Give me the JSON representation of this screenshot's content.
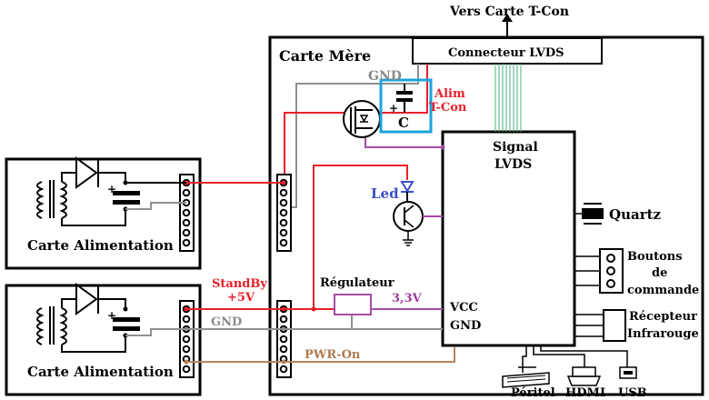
{
  "colors": {
    "red": "#e8202a",
    "gray": "#8f8f8f",
    "purple": "#a64ca6",
    "brown": "#b5835a",
    "green": "#4caf78",
    "cyan": "#1aa3e0",
    "blue": "#3a4fc8",
    "black": "#000000"
  },
  "labels": {
    "top_output": "Vers Carte T-Con",
    "motherboard": "Carte Mère",
    "lvds_connector": "Connecteur LVDS",
    "gnd_top": "GND",
    "alim_tcon_line1": "Alim",
    "alim_tcon_line2": "T-Con",
    "capacitor": "C",
    "signal_lvds_line1": "Signal",
    "signal_lvds_line2": "LVDS",
    "led": "Led",
    "quartz": "Quartz",
    "buttons_line1": "Boutons",
    "buttons_line2": "de",
    "buttons_line3": "commande",
    "ir_line1": "Récepteur",
    "ir_line2": "Infrarouge",
    "regulator": "Régulateur",
    "voltage_33": "3,3V",
    "vcc": "VCC",
    "gnd_chip": "GND",
    "standby_line1": "StandBy",
    "standby_line2": "+5V",
    "gnd_bottom": "GND",
    "pwr_on": "PWR-On",
    "psu_top": "Carte Alimentation",
    "psu_bottom": "Carte Alimentation",
    "peritel": "Péritel",
    "hdmi": "HDMI",
    "usb": "USB"
  }
}
